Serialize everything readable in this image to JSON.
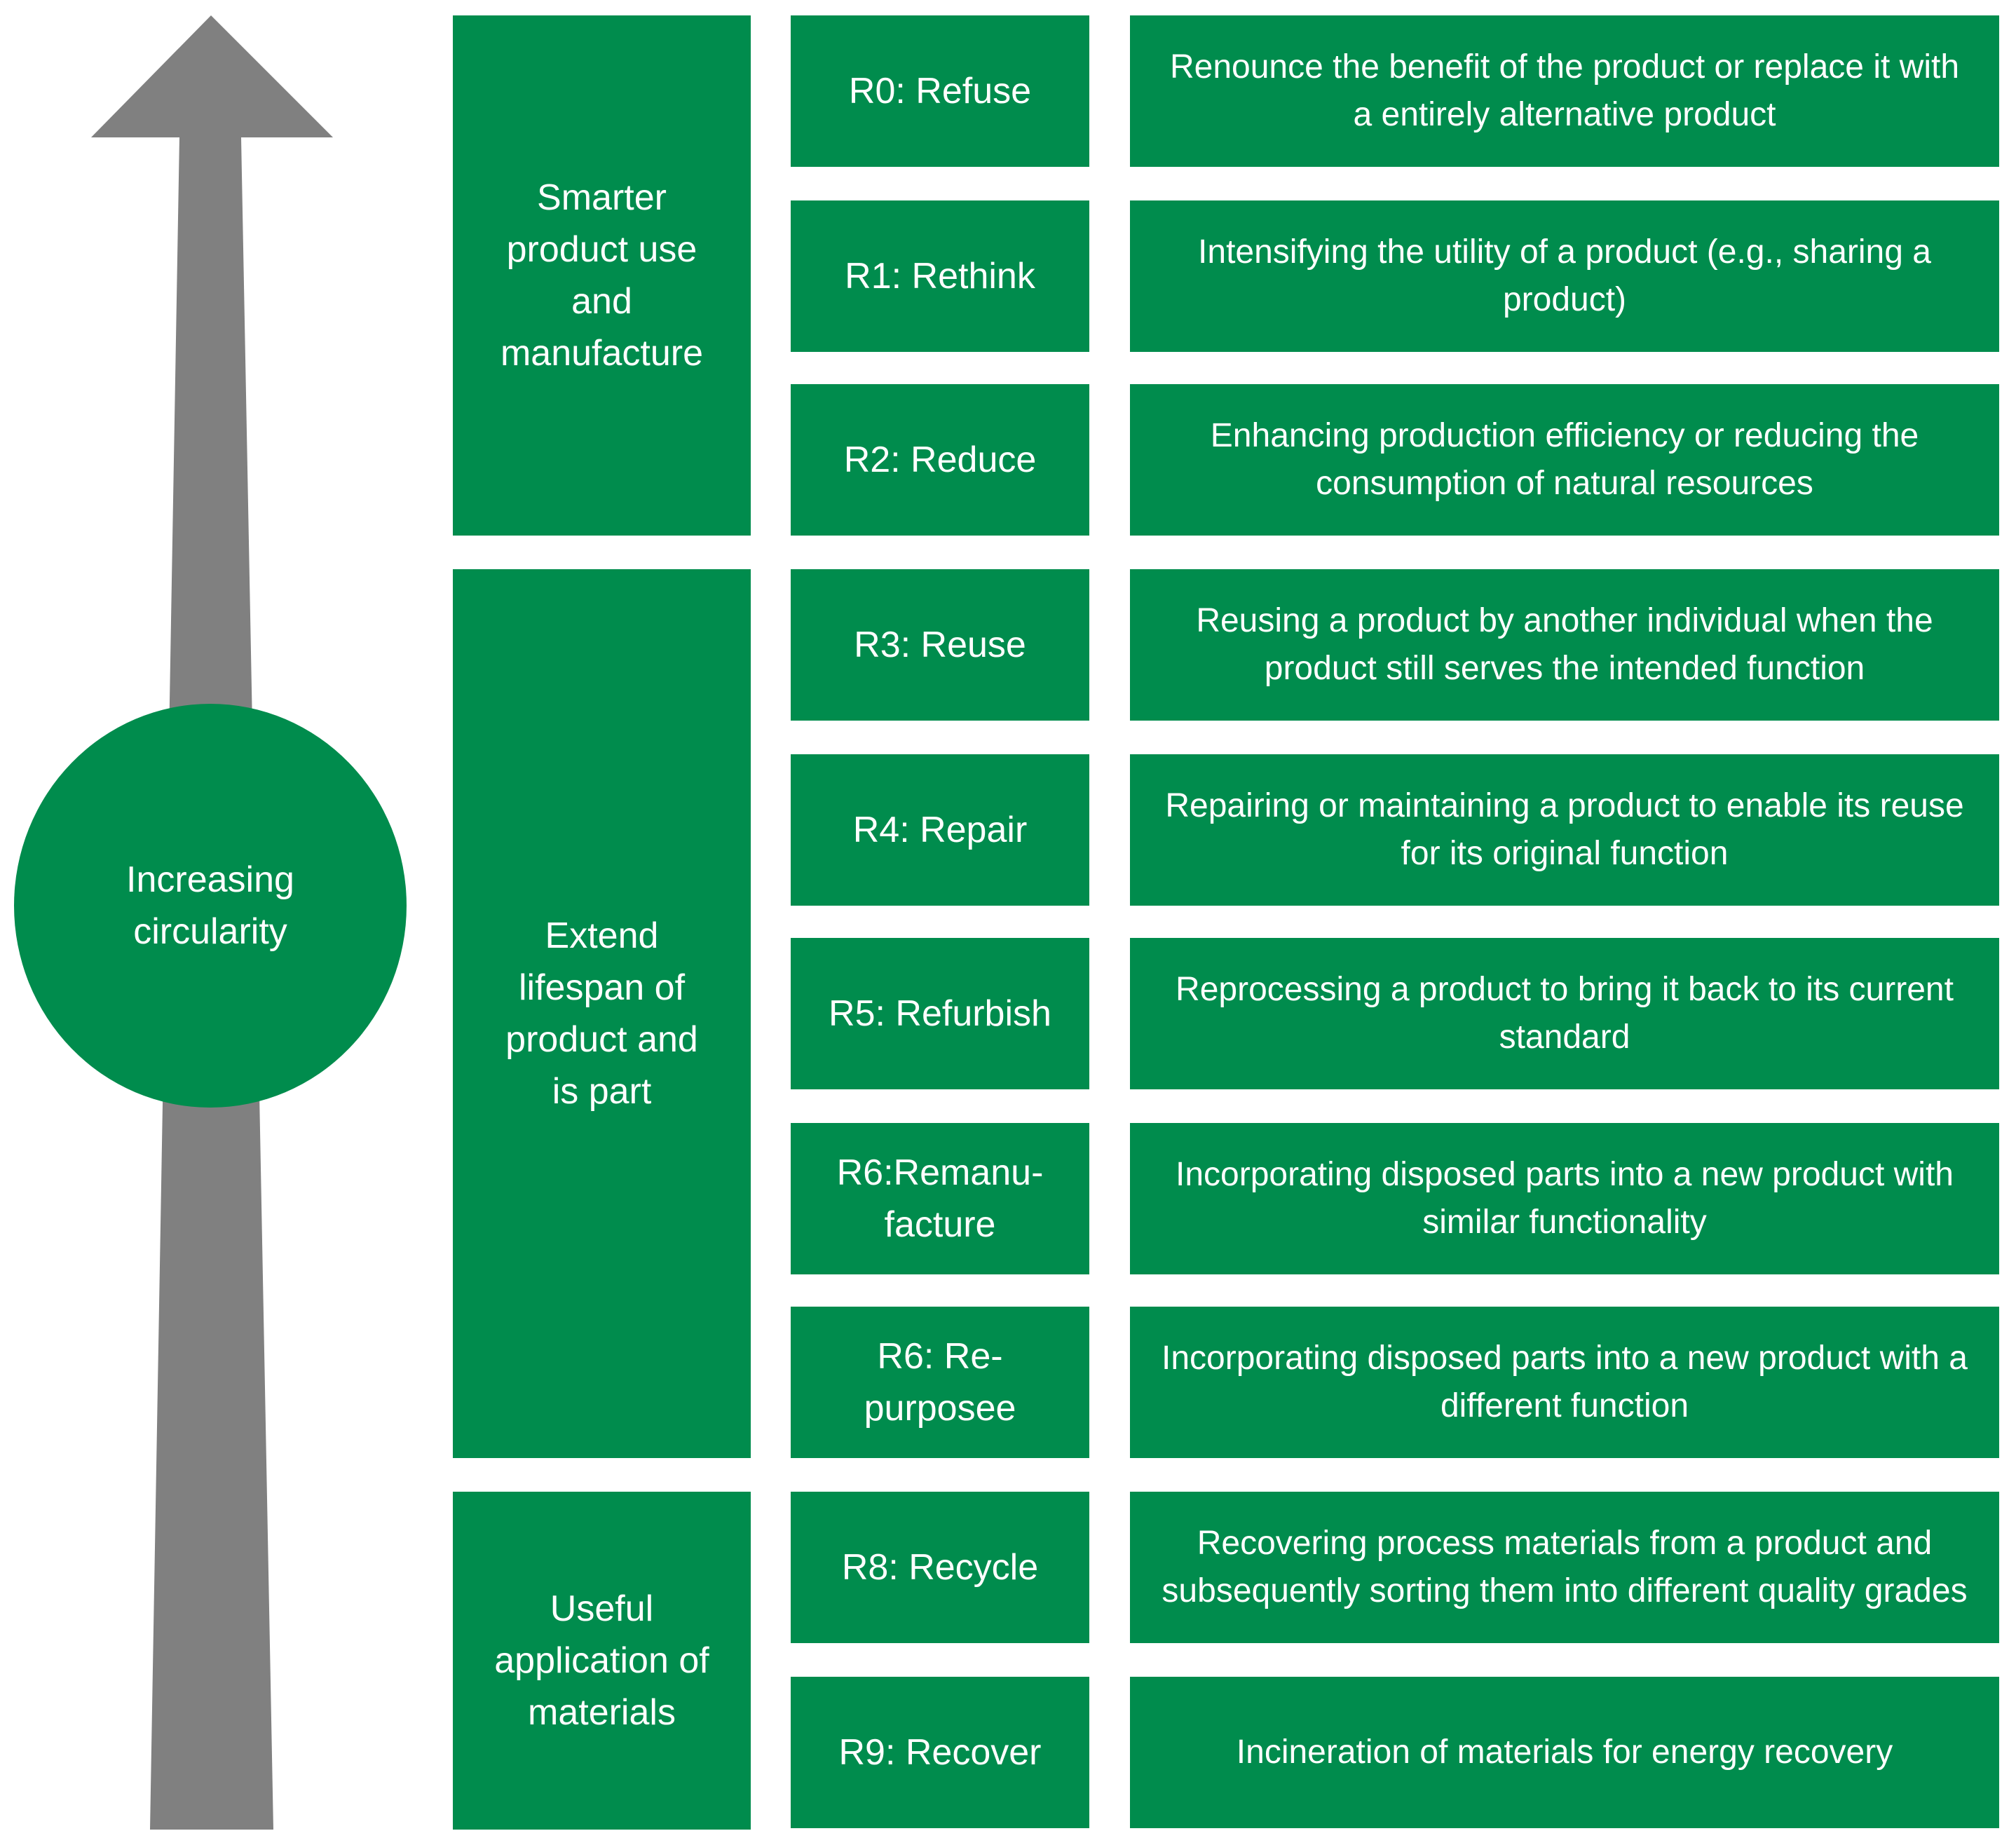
{
  "circle_label": "Increasing\ncircularity",
  "colors": {
    "box_green": "#008c4d",
    "arrow_gray": "#808080",
    "text": "#ffffff"
  },
  "categories": [
    {
      "label": "Smarter\nproduct use\nand\nmanufacture"
    },
    {
      "label": "Extend\nlifespan of\nproduct and\nis part"
    },
    {
      "label": "Useful\napplication of\nmaterials"
    }
  ],
  "strategies": [
    {
      "label": "R0: Refuse",
      "description": "Renounce the benefit of the product or replace it with a entirely alternative product"
    },
    {
      "label": "R1: Rethink",
      "description": "Intensifying the utility of a product (e.g., sharing a product)"
    },
    {
      "label": "R2: Reduce",
      "description": "Enhancing production efficiency or reducing the consumption of natural resources"
    },
    {
      "label": "R3: Reuse",
      "description": "Reusing a product by another individual when the product still serves the intended function"
    },
    {
      "label": "R4: Repair",
      "description": "Repairing or maintaining a product to enable its reuse for its original function"
    },
    {
      "label": "R5: Refurbish",
      "description": "Reprocessing a product to bring it back to its current standard"
    },
    {
      "label": "R6:Remanu-\nfacture",
      "description": "Incorporating disposed parts into a new product with similar functionality"
    },
    {
      "label": "R6: Re-\npurposee",
      "description": "Incorporating disposed parts into a new product with a different function"
    },
    {
      "label": "R8: Recycle",
      "description": "Recovering process materials from a product and subsequently sorting them into different quality grades"
    },
    {
      "label": "R9: Recover",
      "description": "Incineration of materials for energy recovery"
    }
  ]
}
